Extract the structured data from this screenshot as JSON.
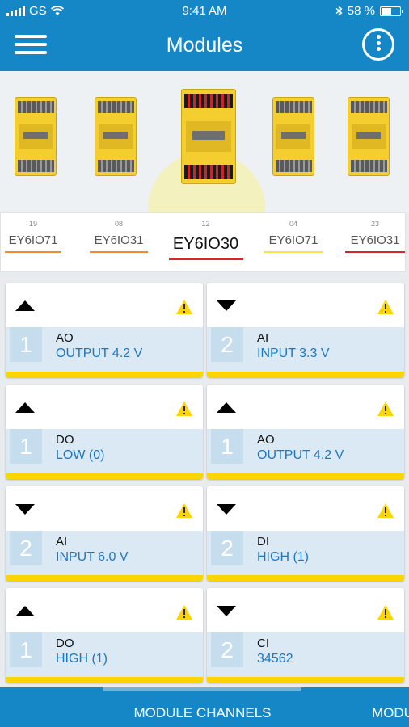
{
  "status_bar": {
    "carrier": "GS",
    "time": "9:41 AM",
    "battery": "58 %",
    "battery_level": 0.58
  },
  "nav": {
    "title": "Modules",
    "menu_icon": "hamburger-menu-icon",
    "more_icon": "more-options-icon"
  },
  "modules": [
    {
      "num": "19",
      "name": "EY6IO71",
      "color": "#f08a2c",
      "active": false
    },
    {
      "num": "08",
      "name": "EY6IO31",
      "color": "#f08a2c",
      "active": false
    },
    {
      "num": "12",
      "name": "EY6IO30",
      "color": "#d9242b",
      "active": true
    },
    {
      "num": "04",
      "name": "EY6IO71",
      "color": "#f7e44a",
      "active": false
    },
    {
      "num": "23",
      "name": "EY6IO31",
      "color": "#d9242b",
      "active": false
    }
  ],
  "channels": [
    {
      "direction": "up",
      "number": "1",
      "type": "AO",
      "value": "OUTPUT 4.2 V"
    },
    {
      "direction": "down",
      "number": "2",
      "type": "AI",
      "value": "INPUT 3.3 V"
    },
    {
      "direction": "up",
      "number": "1",
      "type": "DO",
      "value": "LOW (0)"
    },
    {
      "direction": "up",
      "number": "1",
      "type": "AO",
      "value": "OUTPUT 4.2 V"
    },
    {
      "direction": "down",
      "number": "2",
      "type": "AI",
      "value": "INPUT 6.0 V"
    },
    {
      "direction": "down",
      "number": "2",
      "type": "DI",
      "value": "HIGH (1)"
    },
    {
      "direction": "up",
      "number": "1",
      "type": "DO",
      "value": "HIGH (1)"
    },
    {
      "direction": "down",
      "number": "2",
      "type": "CI",
      "value": "34562"
    }
  ],
  "bottom_tabs": {
    "active": "MODULE CHANNELS",
    "next": "MODU"
  },
  "colors": {
    "primary": "#1687c6",
    "accent": "#fcd400",
    "value_text": "#1a78c2"
  }
}
